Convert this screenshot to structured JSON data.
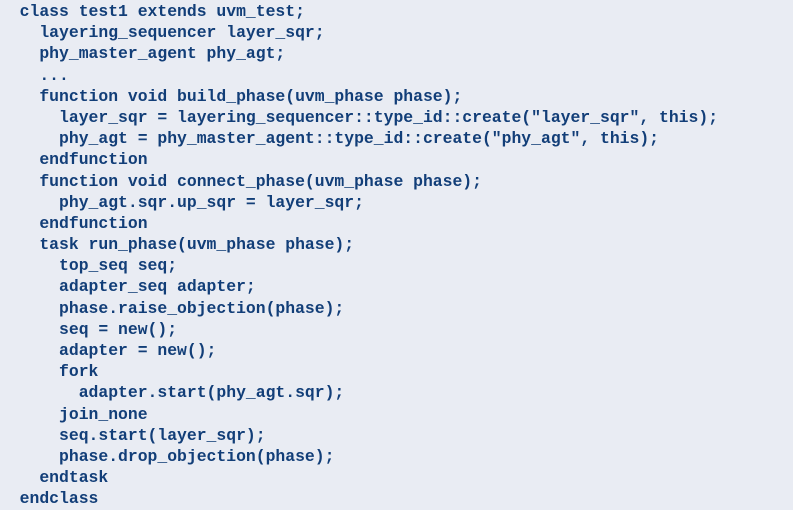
{
  "code": {
    "lines": [
      "  class test1 extends uvm_test;",
      "    layering_sequencer layer_sqr;",
      "    phy_master_agent phy_agt;",
      "    ...",
      "    function void build_phase(uvm_phase phase);",
      "      layer_sqr = layering_sequencer::type_id::create(\"layer_sqr\", this);",
      "      phy_agt = phy_master_agent::type_id::create(\"phy_agt\", this);",
      "    endfunction",
      "    function void connect_phase(uvm_phase phase);",
      "      phy_agt.sqr.up_sqr = layer_sqr;",
      "    endfunction",
      "    task run_phase(uvm_phase phase);",
      "      top_seq seq;",
      "      adapter_seq adapter;",
      "      phase.raise_objection(phase);",
      "      seq = new();",
      "      adapter = new();",
      "      fork",
      "        adapter.start(phy_agt.sqr);",
      "      join_none",
      "      seq.start(layer_sqr);",
      "      phase.drop_objection(phase);",
      "    endtask",
      "  endclass"
    ]
  },
  "colors": {
    "background": "#e9ecf3",
    "code_text": "#123e78"
  }
}
